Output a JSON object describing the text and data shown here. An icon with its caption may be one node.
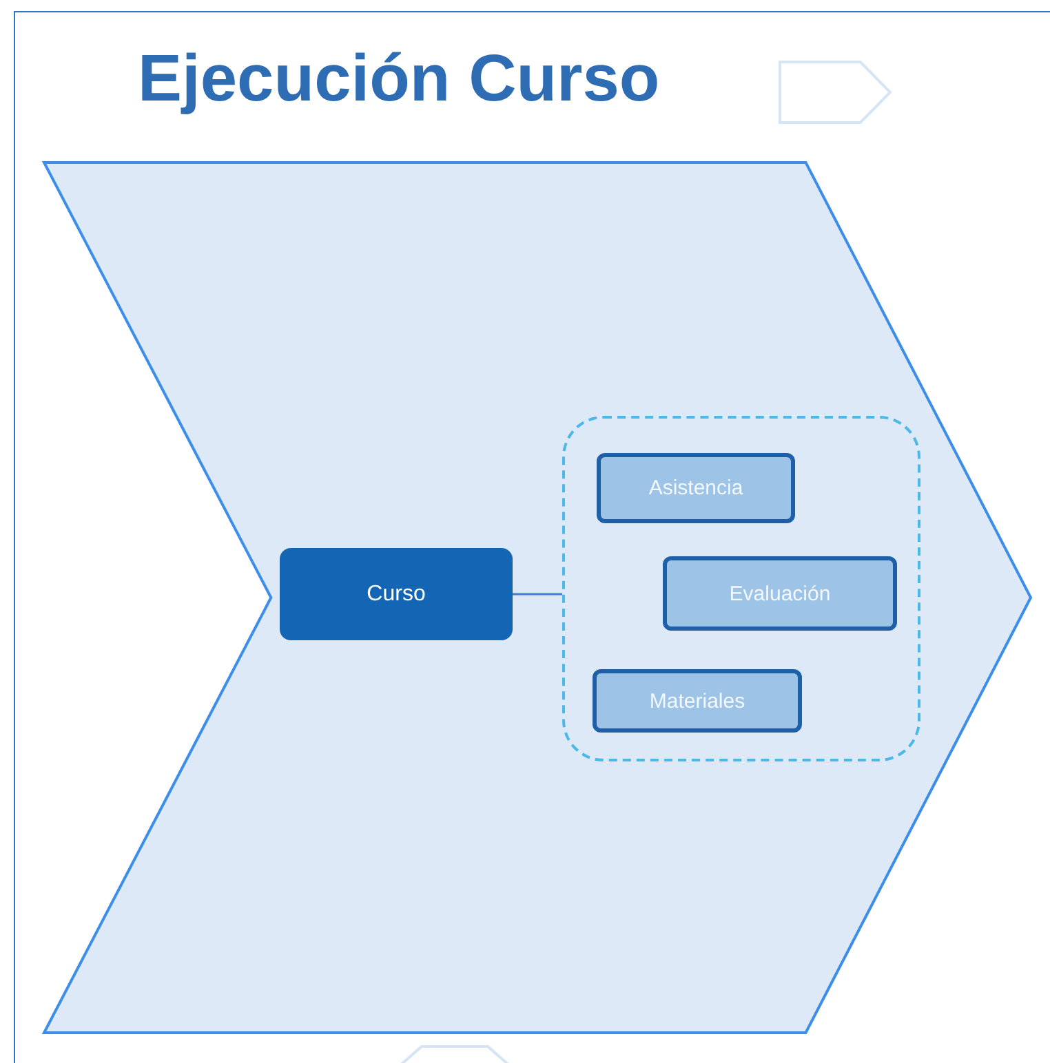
{
  "diagram": {
    "title": "Ejecución Curso",
    "nodes": [
      {
        "text": [],
        "shape": "chevron"
      },
      {
        "text": [],
        "shape": "chevron"
      },
      {
        "text": [
          "Curso"
        ],
        "in": 1
      },
      {
        "text": [],
        "shape": "box",
        "in": 1
      },
      {
        "text": [
          "Asistencia"
        ],
        "in": 3
      },
      {
        "text": [
          "Evaluación"
        ],
        "in": 3
      },
      {
        "text": [
          "Materiales"
        ],
        "in": 3
      },
      {
        "text": [],
        "shape": "chevron"
      }
    ],
    "edges": [
      {
        "from": 2,
        "to": 3,
        "arrow": "none"
      }
    ]
  }
}
